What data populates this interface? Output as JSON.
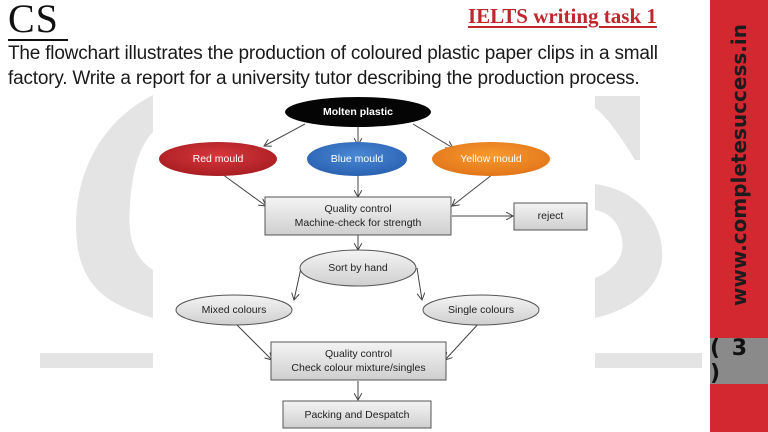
{
  "header": {
    "logo": "CS",
    "task_title": "IELTS  writing task 1",
    "prompt": "The flowchart illustrates the production of coloured plastic paper clips in a small factory. Write a report for a university tutor describing the production process."
  },
  "sidebar": {
    "url": "www.completesuccess.in",
    "page_number": "( 3 )",
    "color": "#d3282f",
    "page_box_color": "#8a8a8a"
  },
  "flowchart": {
    "nodes": {
      "molten_plastic": {
        "label": "Molten plastic",
        "shape": "ellipse",
        "color": "#000000"
      },
      "red_mould": {
        "label": "Red mould",
        "shape": "ellipse",
        "color": "#c0282d"
      },
      "blue_mould": {
        "label": "Blue mould",
        "shape": "ellipse",
        "color": "#3a78c8"
      },
      "yellow_mould": {
        "label": "Yellow mould",
        "shape": "ellipse",
        "color": "#f0881e"
      },
      "qc_strength": {
        "line1": "Quality control",
        "line2": "Machine-check for strength",
        "shape": "rect"
      },
      "reject": {
        "label": "reject",
        "shape": "rect"
      },
      "sort_by_hand": {
        "label": "Sort by hand",
        "shape": "ellipse"
      },
      "mixed_colours": {
        "label": "Mixed colours",
        "shape": "ellipse"
      },
      "single_colours": {
        "label": "Single colours",
        "shape": "ellipse"
      },
      "qc_colour": {
        "line1": "Quality control",
        "line2": "Check colour mixture/singles",
        "shape": "rect"
      },
      "packing": {
        "label": "Packing and Despatch",
        "shape": "rect"
      }
    },
    "edges": [
      [
        "molten_plastic",
        "red_mould"
      ],
      [
        "molten_plastic",
        "blue_mould"
      ],
      [
        "molten_plastic",
        "yellow_mould"
      ],
      [
        "red_mould",
        "qc_strength"
      ],
      [
        "blue_mould",
        "qc_strength"
      ],
      [
        "yellow_mould",
        "qc_strength"
      ],
      [
        "qc_strength",
        "reject"
      ],
      [
        "qc_strength",
        "sort_by_hand"
      ],
      [
        "sort_by_hand",
        "mixed_colours"
      ],
      [
        "sort_by_hand",
        "single_colours"
      ],
      [
        "mixed_colours",
        "qc_colour"
      ],
      [
        "single_colours",
        "qc_colour"
      ],
      [
        "qc_colour",
        "packing"
      ]
    ]
  }
}
